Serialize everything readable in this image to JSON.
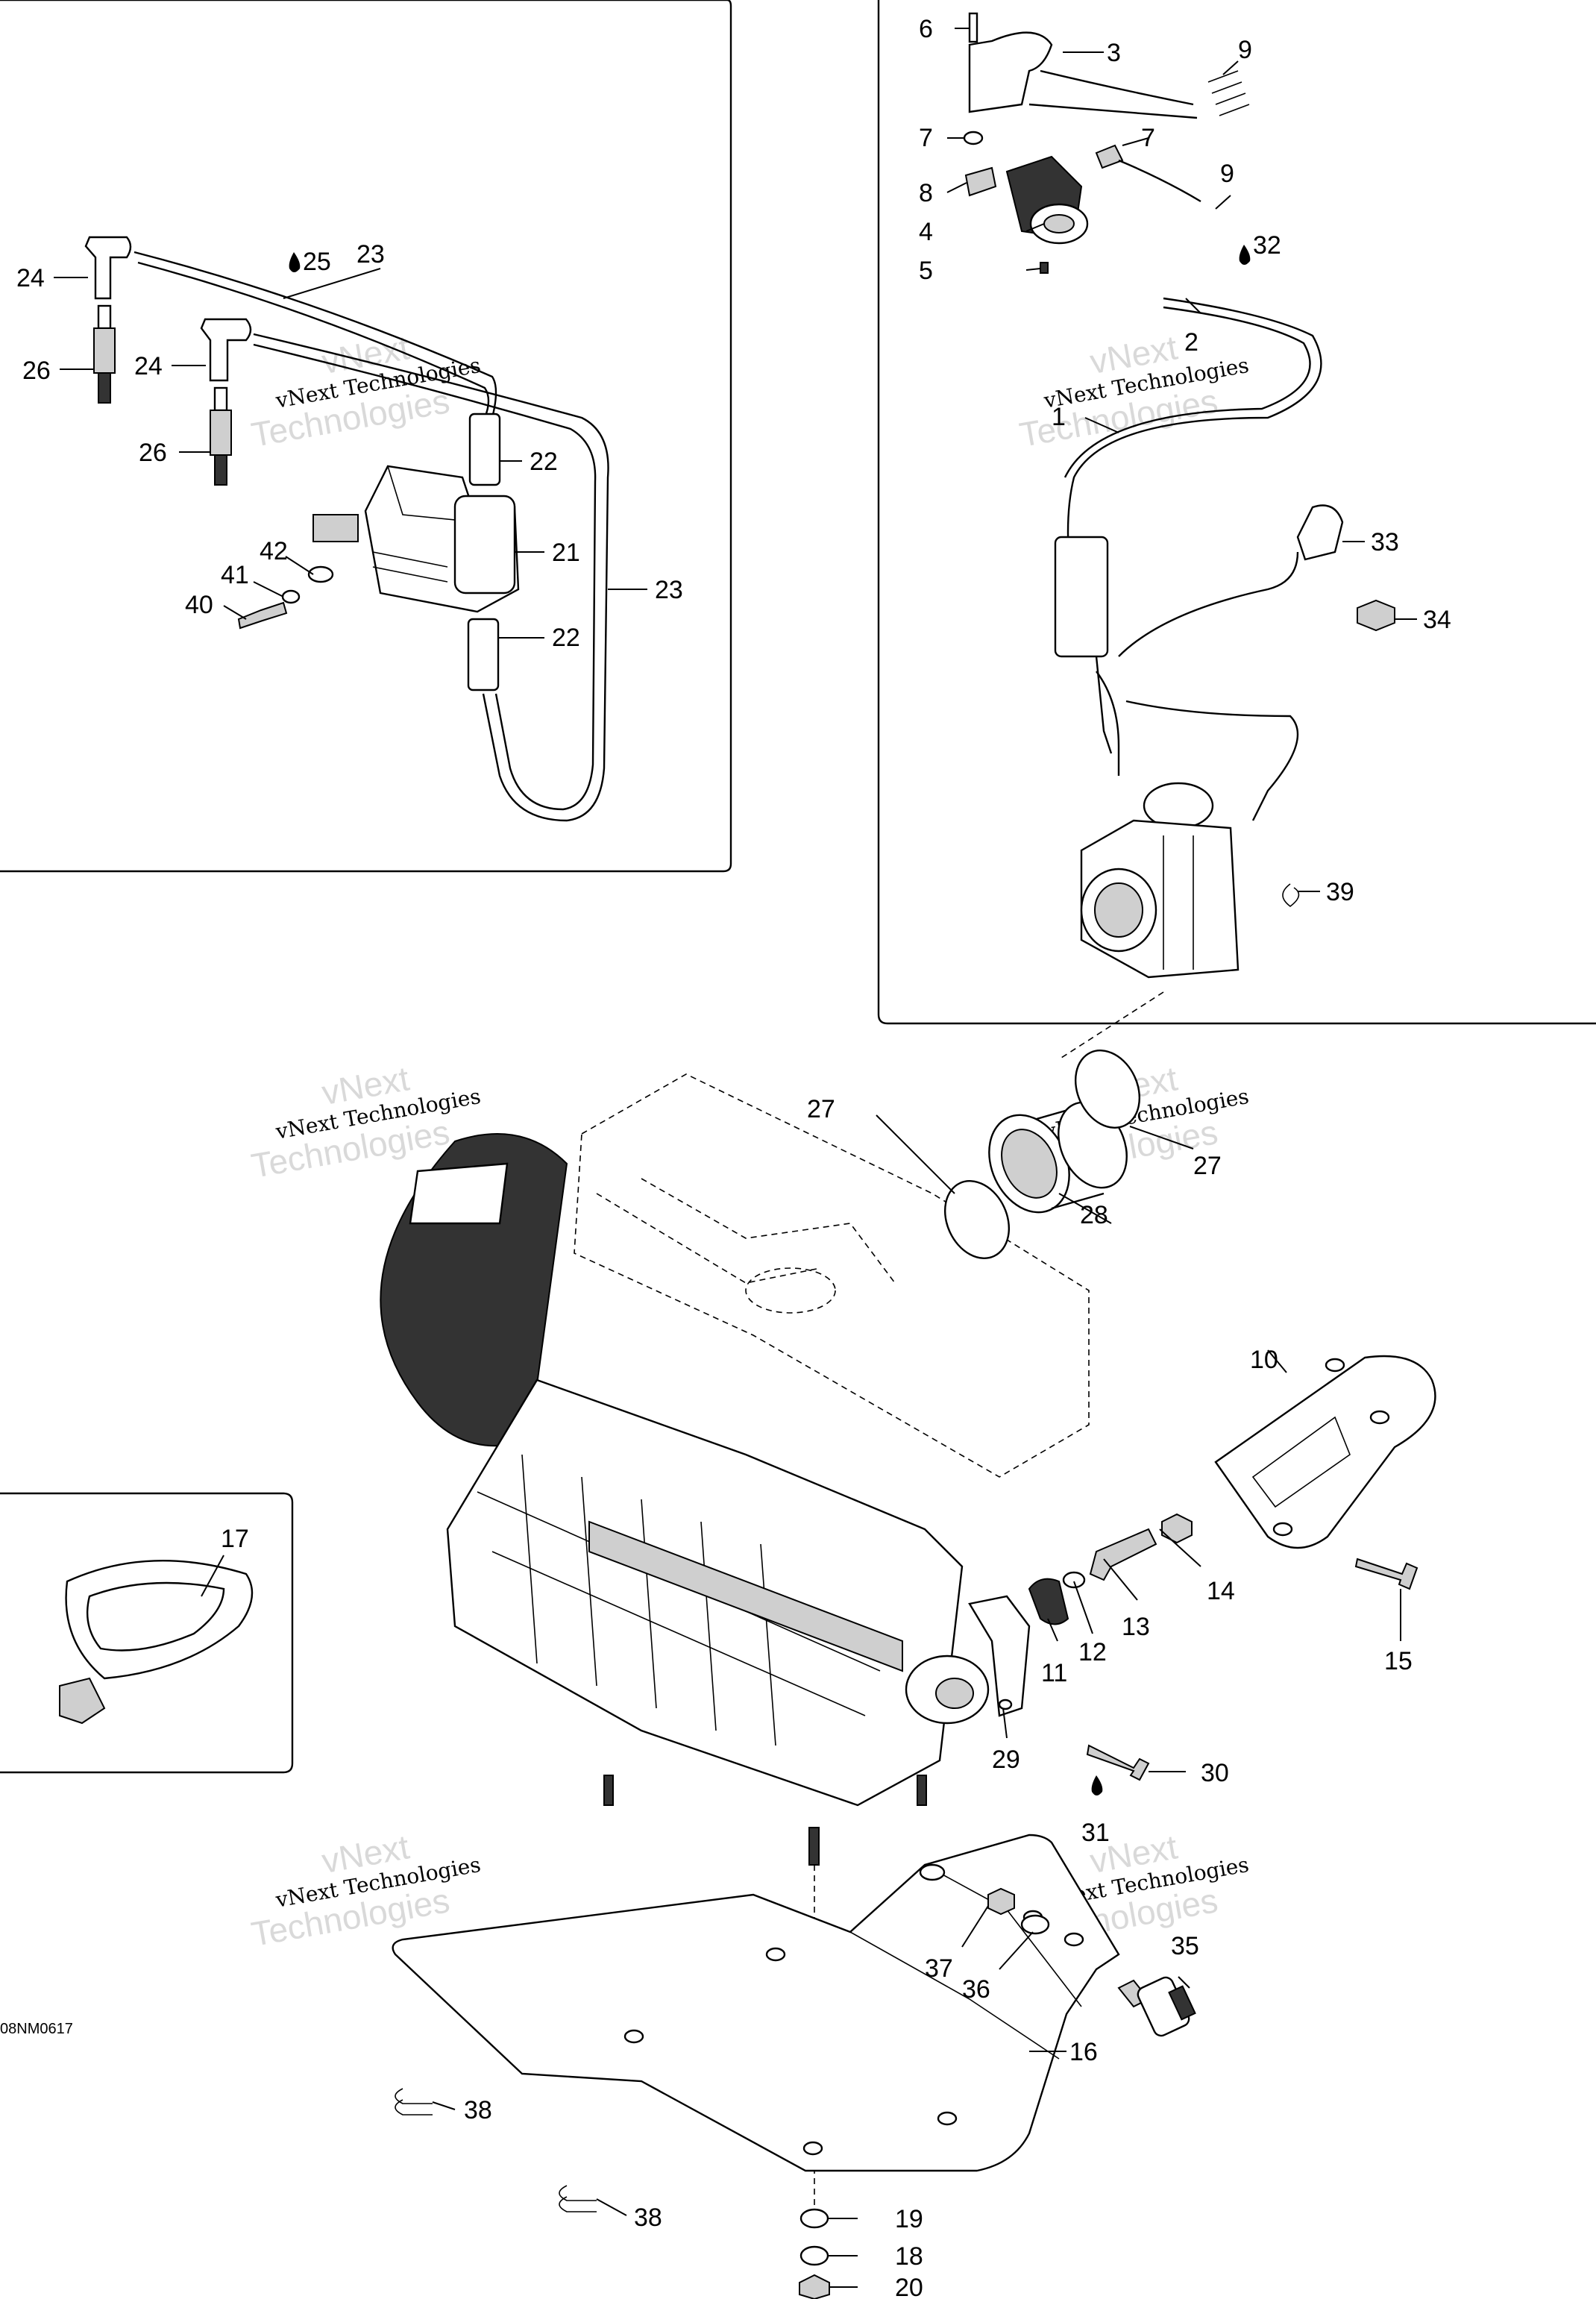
{
  "drawing_code": "08NM0617",
  "watermark": {
    "line1": "vNext",
    "line2": "vNext Technologies",
    "line3": "Technologies"
  },
  "icons": {
    "lubricant": "oil-drop-icon"
  },
  "callouts": [
    {
      "id": "c1",
      "label": "1"
    },
    {
      "id": "c2",
      "label": "2"
    },
    {
      "id": "c3",
      "label": "3"
    },
    {
      "id": "c4",
      "label": "4"
    },
    {
      "id": "c5",
      "label": "5"
    },
    {
      "id": "c6",
      "label": "6"
    },
    {
      "id": "c7a",
      "label": "7"
    },
    {
      "id": "c7b",
      "label": "7"
    },
    {
      "id": "c8",
      "label": "8"
    },
    {
      "id": "c9a",
      "label": "9"
    },
    {
      "id": "c9b",
      "label": "9"
    },
    {
      "id": "c10",
      "label": "10"
    },
    {
      "id": "c11",
      "label": "11"
    },
    {
      "id": "c12",
      "label": "12"
    },
    {
      "id": "c13",
      "label": "13"
    },
    {
      "id": "c14",
      "label": "14"
    },
    {
      "id": "c15",
      "label": "15"
    },
    {
      "id": "c16",
      "label": "16"
    },
    {
      "id": "c17",
      "label": "17"
    },
    {
      "id": "c18",
      "label": "18"
    },
    {
      "id": "c19",
      "label": "19"
    },
    {
      "id": "c20",
      "label": "20"
    },
    {
      "id": "c21",
      "label": "21"
    },
    {
      "id": "c22a",
      "label": "22"
    },
    {
      "id": "c22b",
      "label": "22"
    },
    {
      "id": "c23a",
      "label": "23"
    },
    {
      "id": "c23b",
      "label": "23"
    },
    {
      "id": "c24a",
      "label": "24"
    },
    {
      "id": "c24b",
      "label": "24"
    },
    {
      "id": "c25",
      "label": "25"
    },
    {
      "id": "c26a",
      "label": "26"
    },
    {
      "id": "c26b",
      "label": "26"
    },
    {
      "id": "c27a",
      "label": "27"
    },
    {
      "id": "c27b",
      "label": "27"
    },
    {
      "id": "c28",
      "label": "28"
    },
    {
      "id": "c29",
      "label": "29"
    },
    {
      "id": "c30",
      "label": "30"
    },
    {
      "id": "c31",
      "label": "31"
    },
    {
      "id": "c32",
      "label": "32"
    },
    {
      "id": "c33",
      "label": "33"
    },
    {
      "id": "c34",
      "label": "34"
    },
    {
      "id": "c35",
      "label": "35"
    },
    {
      "id": "c36",
      "label": "36"
    },
    {
      "id": "c37",
      "label": "37"
    },
    {
      "id": "c38a",
      "label": "38"
    },
    {
      "id": "c38b",
      "label": "38"
    },
    {
      "id": "c39",
      "label": "39"
    },
    {
      "id": "c40",
      "label": "40"
    },
    {
      "id": "c41",
      "label": "41"
    },
    {
      "id": "c42",
      "label": "42"
    }
  ]
}
